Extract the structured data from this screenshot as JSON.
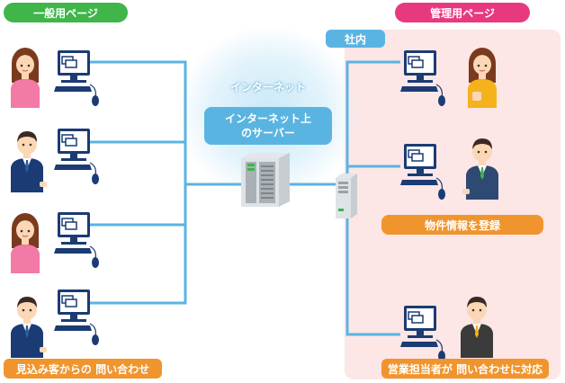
{
  "labels": {
    "general_page": "一般用ページ",
    "admin_page": "管理用ページ",
    "internal": "社内",
    "internet": "インターネット",
    "server_line1": "インターネット上",
    "server_line2": "のサーバー",
    "register_property": "物件情報を登録",
    "customer_inquiry": "見込み客からの 問い合わせ",
    "sales_response": "営業担当者が 問い合わせに対応"
  },
  "colors": {
    "green": "#3fb54a",
    "pink": "#e8397f",
    "blue_line": "#5ab4e2",
    "orange": "#f0952d",
    "navy": "#1b3b74",
    "internal_bg": "#fce6e6"
  },
  "icons": {
    "computer": "computer-icon",
    "woman": "woman-icon",
    "man": "man-icon",
    "server": "server-icon"
  }
}
